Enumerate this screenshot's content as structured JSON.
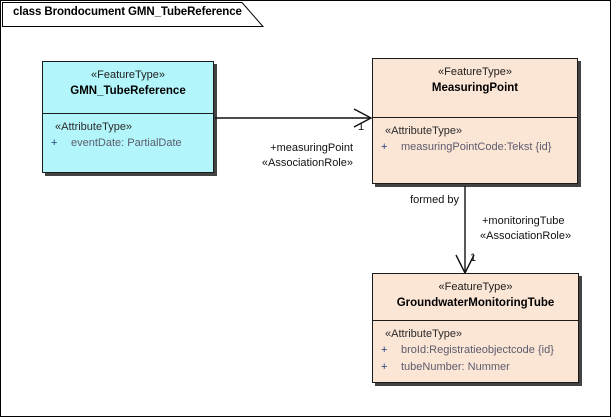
{
  "diagram": {
    "title": "class Brondocument GMN_TubeReference",
    "colors": {
      "feature_cyan": "#b2f6fb",
      "feature_peach": "#fbe5d5",
      "border": "#1a1a1a",
      "attribute_text": "#5c5c6e",
      "visibility_text": "#20407a"
    }
  },
  "classes": [
    {
      "id": "gmn-tube-reference",
      "stereotype": "«FeatureType»",
      "name": "GMN_TubeReference",
      "attribute_stereotype": "«AttributeType»",
      "attributes": [
        {
          "visibility": "+",
          "text": "eventDate: PartialDate"
        }
      ]
    },
    {
      "id": "measuring-point",
      "stereotype": "«FeatureType»",
      "name": "MeasuringPoint",
      "attribute_stereotype": "«AttributeType»",
      "attributes": [
        {
          "visibility": "+",
          "text": "measuringPointCode:Tekst {id}"
        }
      ]
    },
    {
      "id": "groundwater-monitoring-tube",
      "stereotype": "«FeatureType»",
      "name": "GroundwaterMonitoringTube",
      "attribute_stereotype": "«AttributeType»",
      "attributes": [
        {
          "visibility": "+",
          "text": "broId:Registratieobjectcode {id}"
        },
        {
          "visibility": "+",
          "text": "tubeNumber: Nummer"
        }
      ]
    }
  ],
  "associations": [
    {
      "id": "to-measuring-point",
      "role": "+measuringPoint",
      "role_stereotype": "«AssociationRole»",
      "multiplicity": "1"
    },
    {
      "id": "formed-by",
      "name": "formed by",
      "role": "+monitoringTube",
      "role_stereotype": "«AssociationRole»",
      "multiplicity": "1"
    }
  ]
}
